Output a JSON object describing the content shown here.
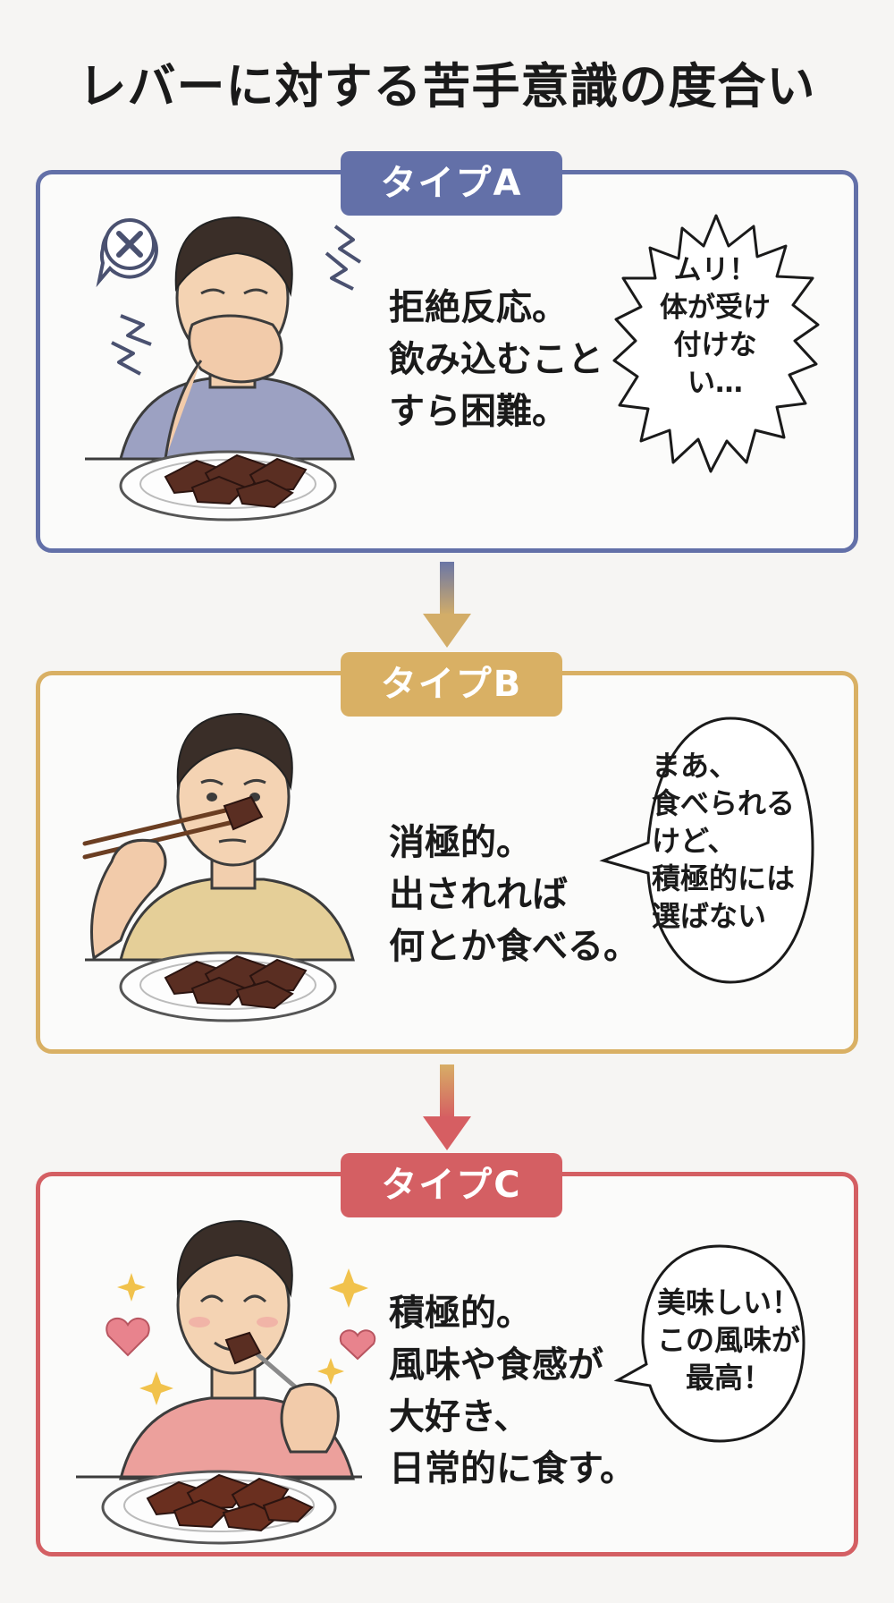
{
  "title": "レバーに対する苦手意識の度合い",
  "colors": {
    "type_a": "#6370a8",
    "type_b": "#d9b064",
    "type_c": "#d45f63"
  },
  "types": [
    {
      "tag": "タイプA",
      "description": [
        "拒絶反応。",
        "飲み込むこと",
        "すら困難。"
      ],
      "speech": [
        "ムリ！",
        "体が受け",
        "付けな",
        "い…"
      ],
      "bubble_style": "spiky"
    },
    {
      "tag": "タイプB",
      "description": [
        "消極的。",
        "出されれば",
        "何とか食べる。"
      ],
      "speech": [
        "まあ、",
        "食べられる",
        "けど、",
        "積極的には",
        "選ばない"
      ],
      "bubble_style": "round"
    },
    {
      "tag": "タイプC",
      "description": [
        "積極的。",
        "風味や食感が",
        "大好き、",
        "日常的に食す。"
      ],
      "speech": [
        "美味しい！",
        "この風味が",
        "最高！"
      ],
      "bubble_style": "round"
    }
  ]
}
